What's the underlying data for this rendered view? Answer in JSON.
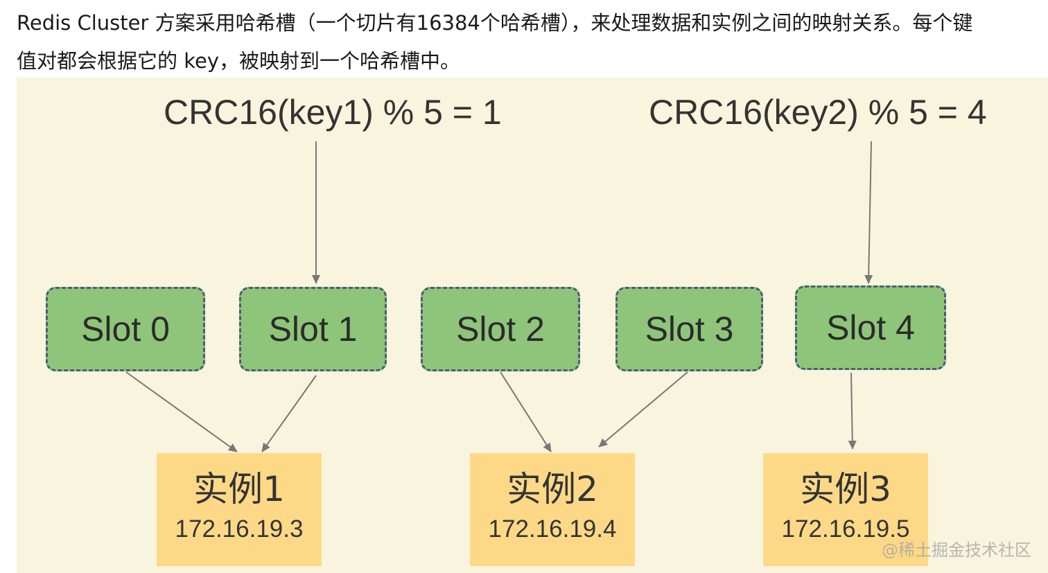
{
  "paragraph": {
    "line1": "Redis Cluster 方案采用哈希槽（一个切片有16384个哈希槽），来处理数据和实例之间的映射关系。每个键",
    "line2": "值对都会根据它的 key，被映射到一个哈希槽中。"
  },
  "diagram": {
    "formulas": [
      "CRC16(key1) %  5 = 1",
      "CRC16(key2) %  5 = 4"
    ],
    "slots": [
      "Slot 0",
      "Slot 1",
      "Slot 2",
      "Slot 3",
      "Slot 4"
    ],
    "instances": [
      {
        "name": "实例1",
        "ip": "172.16.19.3"
      },
      {
        "name": "实例2",
        "ip": "172.16.19.4"
      },
      {
        "name": "实例3",
        "ip": "172.16.19.5"
      }
    ],
    "watermark": "@稀土掘金技术社区",
    "colors": {
      "background": "#f8f4de",
      "slot_fill": "#8fc57a",
      "slot_border": "#4b5d75",
      "instance_fill": "#fdd987",
      "arrow": "#777777"
    }
  }
}
